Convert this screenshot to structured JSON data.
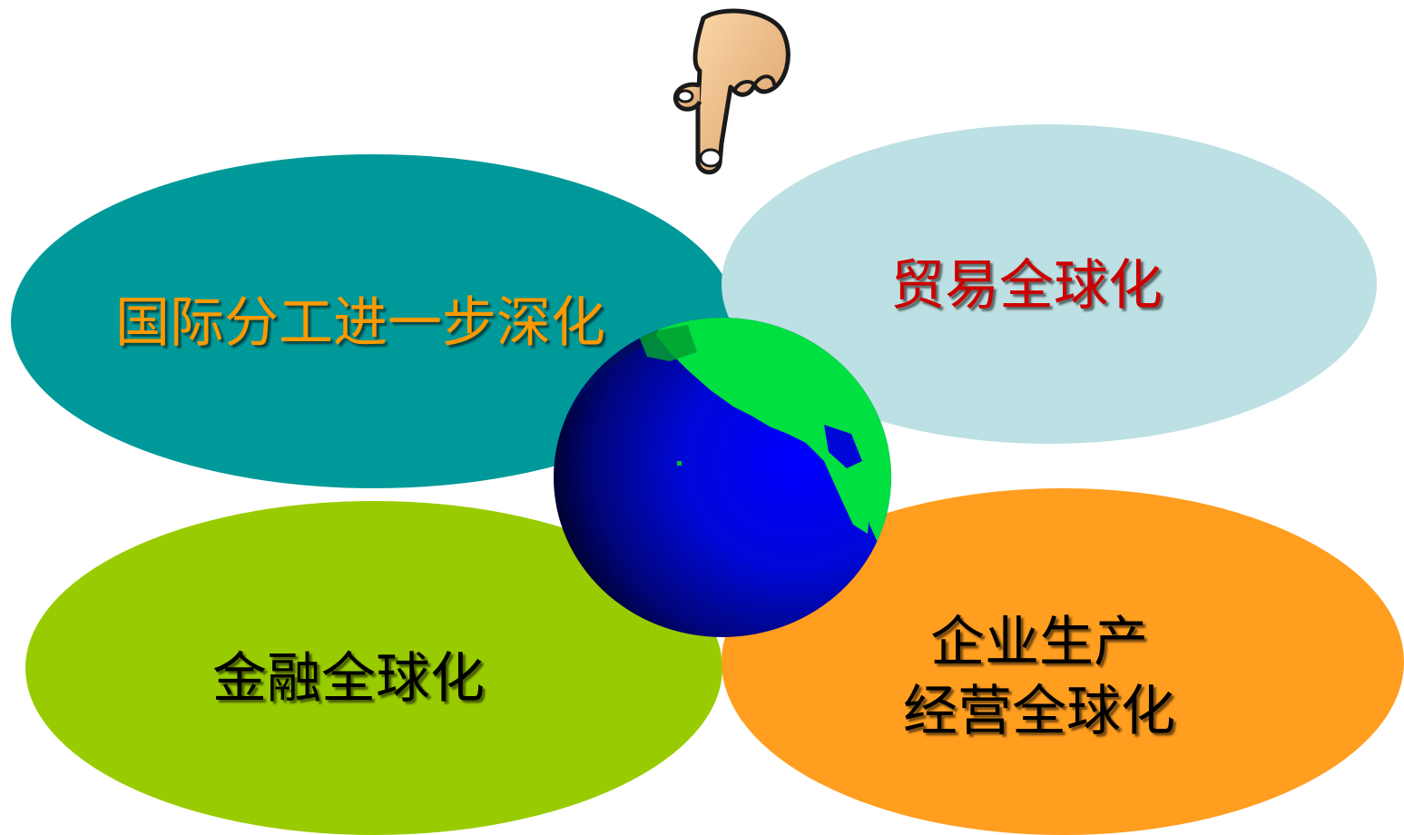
{
  "ellipses": {
    "top_left": {
      "label": "国际分工进一步深化",
      "fill": "#009999",
      "text_color": "#ff9900"
    },
    "top_right": {
      "label": "贸易全球化",
      "fill": "#bce0e3",
      "text_color": "#cc0000"
    },
    "bottom_left": {
      "label": "金融全球化",
      "fill": "#99cc00",
      "text_color": "#000000"
    },
    "bottom_right": {
      "label_line1": "企业生产",
      "label_line2": "经营全球化",
      "fill": "#ff9e1f",
      "text_color": "#000000"
    }
  },
  "icons": {
    "globe": "globe-icon",
    "hand": "pointing-hand-icon"
  },
  "colors": {
    "ocean": "#0000e0",
    "land": "#00e040"
  }
}
